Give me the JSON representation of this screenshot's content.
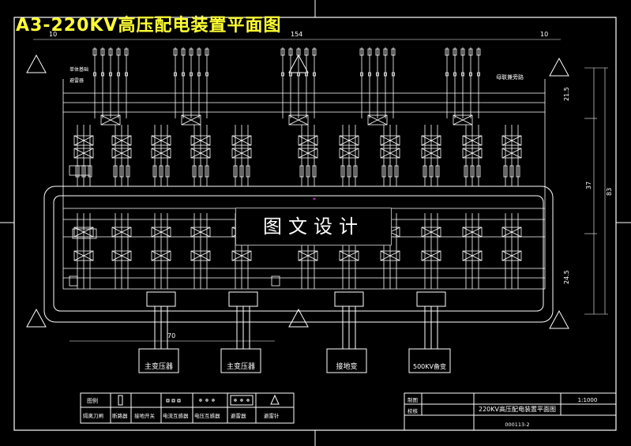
{
  "drawing": {
    "title": "A3-220KV高压配电装置平面图",
    "watermark": "图文设计",
    "dimensions": {
      "top_left": "10",
      "top_mid": "154",
      "top_right": "10",
      "right_upper": "21.5",
      "right_mid": "37",
      "right_total": "83",
      "right_lower": "24.5",
      "bottom": "70"
    },
    "annotations": {
      "upper_left_1": "单体基础",
      "upper_left_2": "避雷器",
      "upper_right": "母联兼旁路"
    },
    "equipment": [
      {
        "label": "主变压器"
      },
      {
        "label": "主变压器"
      },
      {
        "label": "接地变"
      },
      {
        "label": "500KV备变"
      }
    ]
  },
  "legend": {
    "header": "图例",
    "items": [
      {
        "label": "隔离刀闸"
      },
      {
        "label": "断路器"
      },
      {
        "label": "接地开关"
      },
      {
        "label": "电流互感器"
      },
      {
        "label": "电压互感器"
      },
      {
        "label": "避雷器"
      },
      {
        "label": "避雷针"
      }
    ]
  },
  "title_block": {
    "row1": "制图",
    "row2": "校核",
    "name": "220KV高压配电装置平面图",
    "scale": "1:1000",
    "code": "000113-2"
  },
  "colors": {
    "line": "#ffffff",
    "title": "#ffff33",
    "accent": "#ff55ff"
  }
}
